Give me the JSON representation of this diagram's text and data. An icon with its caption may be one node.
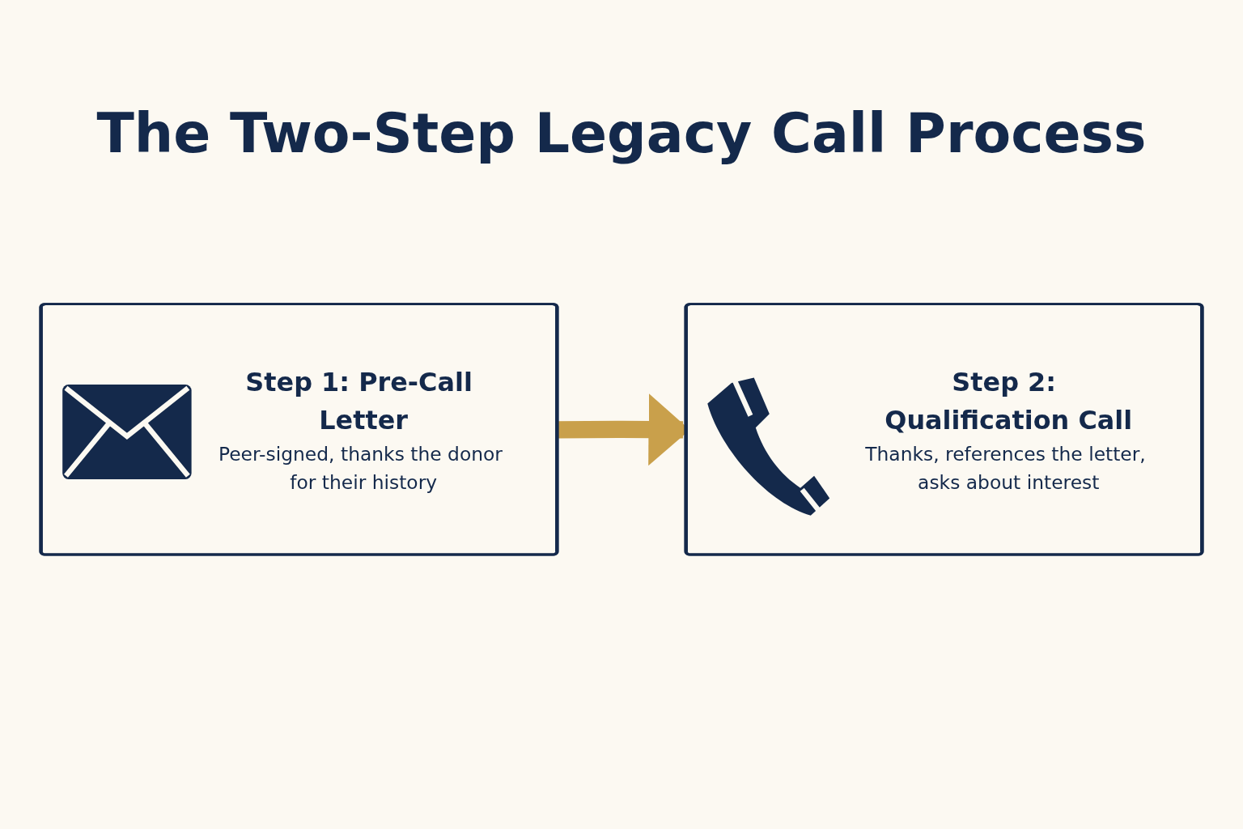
{
  "diagram": {
    "title": "The Two-Step Legacy Call Process",
    "nodes": [
      {
        "text": [
          "Step 1: Pre-Call Letter",
          "Peer-signed, thanks the donor for their history"
        ]
      },
      {
        "text": [
          "Step 2: Qualification Call",
          "Thanks, references the letter, asks about interest"
        ]
      }
    ],
    "edges": [
      {
        "from": 0,
        "to": 1,
        "arrow": "to",
        "color": "#c9a04b"
      }
    ]
  }
}
